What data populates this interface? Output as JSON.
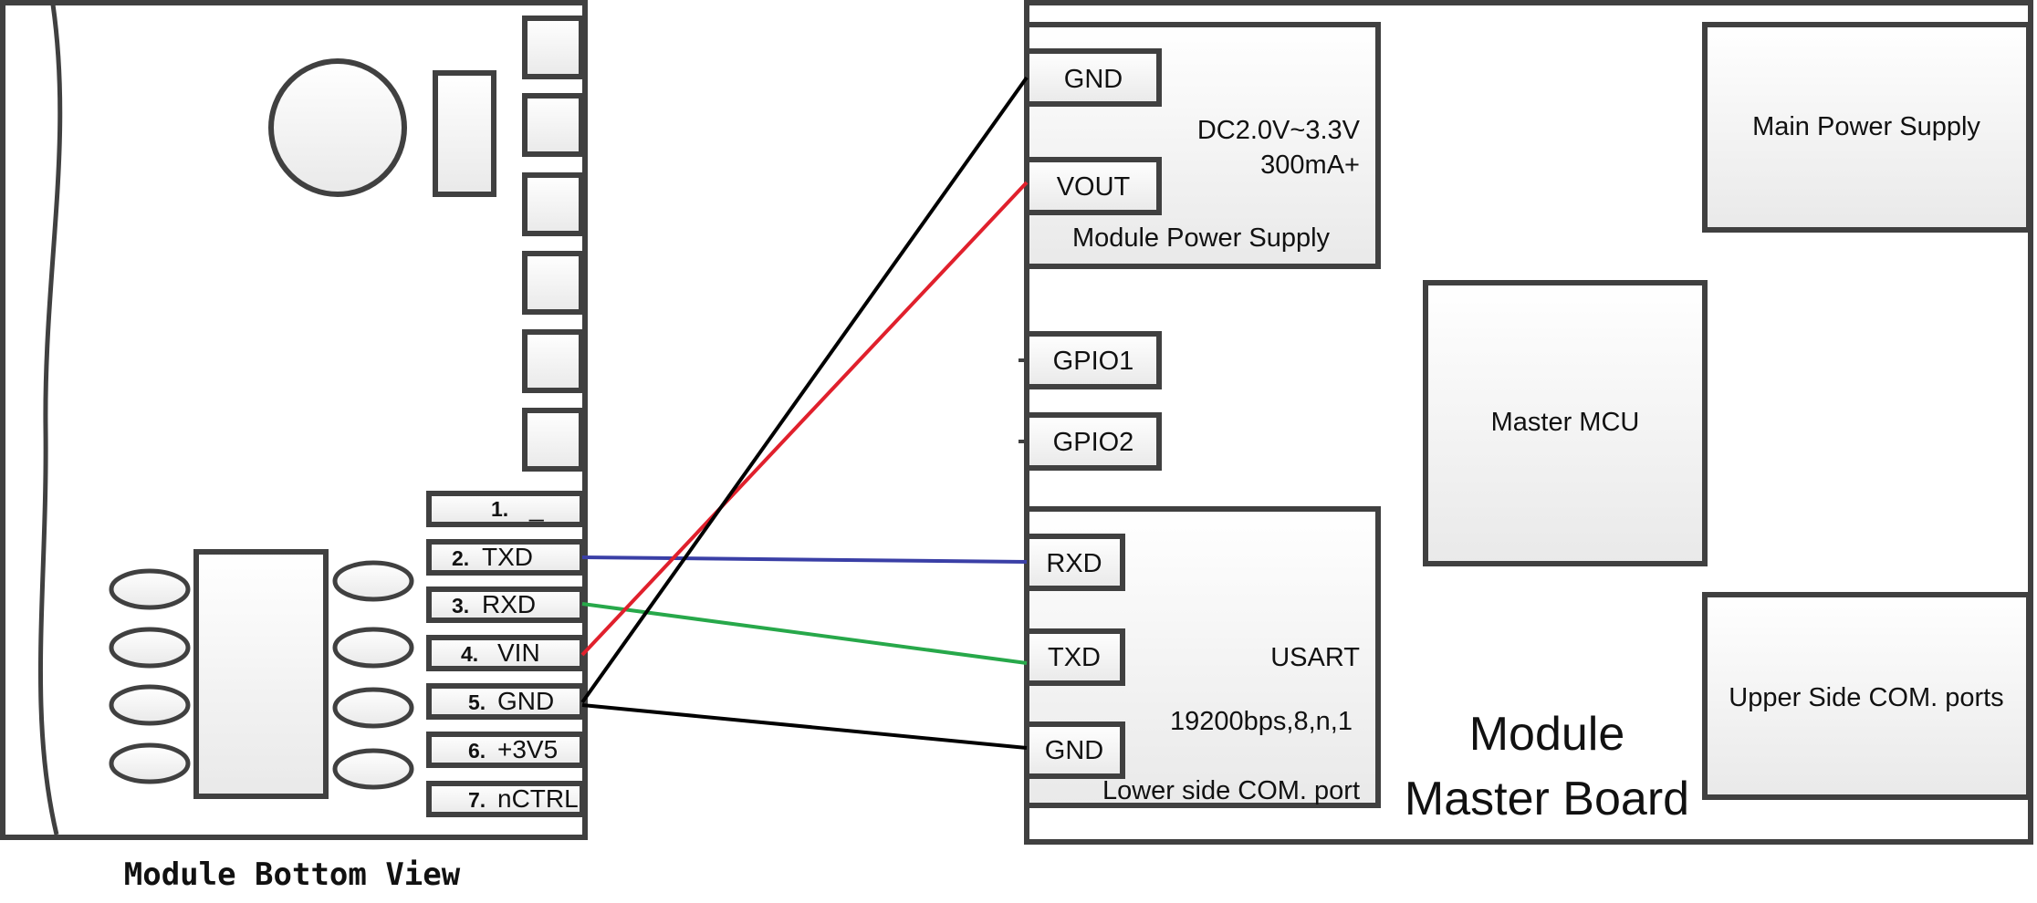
{
  "module": {
    "title": "Module Bottom View",
    "pins": [
      {
        "num": "1.",
        "name": "_"
      },
      {
        "num": "2.",
        "name": "TXD"
      },
      {
        "num": "3.",
        "name": "RXD"
      },
      {
        "num": "4.",
        "name": "VIN"
      },
      {
        "num": "5.",
        "name": "GND"
      },
      {
        "num": "6.",
        "name": "+3V5"
      },
      {
        "num": "7.",
        "name": "nCTRL"
      }
    ]
  },
  "master": {
    "title_line1": "Module",
    "title_line2": "Master Board",
    "power_supply": {
      "label": "Module Power Supply",
      "spec_line1": "DC2.0V~3.3V",
      "spec_line2": "300mA+",
      "pins": [
        "GND",
        "VOUT"
      ]
    },
    "gpio_pins": [
      "GPIO1",
      "GPIO2"
    ],
    "com_port": {
      "label": "Lower side COM. port",
      "protocol": "USART",
      "settings": "19200bps,8,n,1",
      "pins": [
        "RXD",
        "TXD",
        "GND"
      ]
    },
    "main_power": "Main Power Supply",
    "mcu": "Master MCU",
    "upper_com": "Upper Side COM. ports"
  },
  "wires": [
    {
      "from": "TXD",
      "to": "RXD",
      "color": "#3a3fa6"
    },
    {
      "from": "RXD",
      "to": "TXD",
      "color": "#27a84a"
    },
    {
      "from": "VIN",
      "to": "VOUT",
      "color": "#e0202c"
    },
    {
      "from": "GND",
      "to": "GND (power)",
      "color": "#000000"
    },
    {
      "from": "GND",
      "to": "GND (COM)",
      "color": "#000000"
    }
  ]
}
